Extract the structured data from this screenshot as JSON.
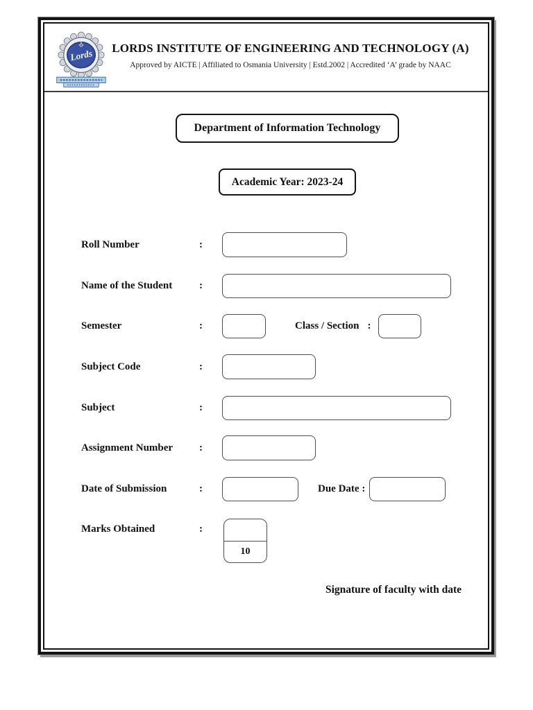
{
  "header": {
    "title": "LORDS INSTITUTE OF ENGINEERING AND TECHNOLOGY (A)",
    "subtitle": "Approved by AICTE | Affiliated to Osmania University | Estd.2002 | Accredited ‘A’ grade by NAAC",
    "logo_text": "Lords"
  },
  "banners": {
    "department": "Department of Information Technology",
    "academic_year": "Academic Year: 2023-24"
  },
  "form": {
    "colon": ":",
    "rows": [
      {
        "label": "Roll Number"
      },
      {
        "label": "Name of the Student"
      },
      {
        "label": "Semester",
        "secondary_label": "Class / Section",
        "secondary_colon": ":"
      },
      {
        "label": "Subject Code"
      },
      {
        "label": "Subject"
      },
      {
        "label": "Assignment Number"
      },
      {
        "label": "Date of Submission",
        "secondary_label": "Due Date :"
      },
      {
        "label": "Marks Obtained",
        "max_marks": "10"
      }
    ]
  },
  "footer": {
    "signature_label": "Signature of faculty with date"
  },
  "colors": {
    "frame_border": "#141414",
    "field_border": "#4d4d4d",
    "logo_blue": "#3952a3",
    "banner_blue": "#aecfe8"
  }
}
